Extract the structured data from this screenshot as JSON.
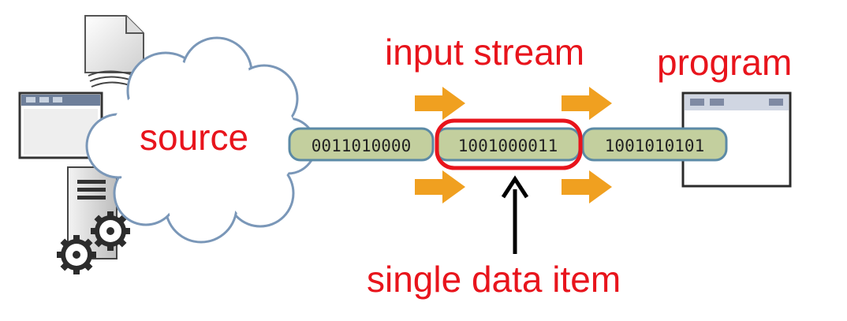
{
  "labels": {
    "source": "source",
    "input_stream": "input stream",
    "program": "program",
    "single_data_item": "single data item"
  },
  "stream": {
    "segments": [
      "0011010000",
      "1001000011",
      "1001010101"
    ],
    "highlighted_index": 1
  },
  "colors": {
    "label_red": "#e8141c",
    "segment_fill": "#c3cf9e",
    "segment_stroke": "#5b8aa6",
    "arrow_orange": "#f0a020",
    "highlight_red": "#e8141c",
    "window_stroke": "#2b2b2b",
    "cloud_stroke": "#7a97b8"
  },
  "icons": [
    "document-icon",
    "window-icon",
    "server-icon",
    "gear-icon",
    "cloud-icon",
    "program-window-icon",
    "arrow-right-icon",
    "arrow-up-icon"
  ]
}
